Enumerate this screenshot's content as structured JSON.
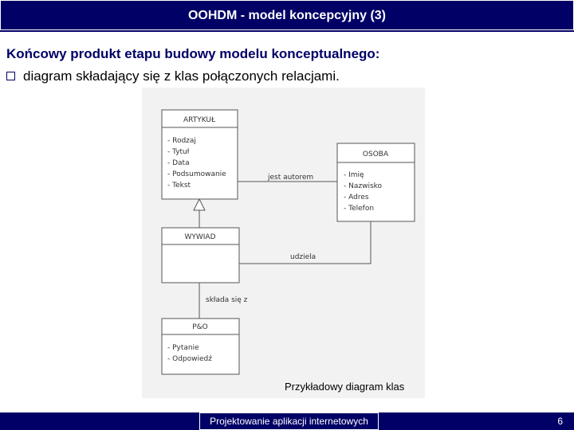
{
  "slide": {
    "title": "OOHDM  - model koncepcyjny (3)",
    "heading": "Końcowy produkt etapu budowy modelu konceptualnego:",
    "bullet": "diagram składający się z klas połączonych relacjami.",
    "caption": "Przykładowy diagram klas",
    "footer": "Projektowanie aplikacji internetowych",
    "page": "6"
  },
  "diagram": {
    "classes": {
      "artykul": {
        "name": "ARTYKUŁ",
        "attrs": [
          "- Rodzaj",
          "- Tytuł",
          "- Data",
          "- Podsumowanie",
          "- Tekst"
        ]
      },
      "osoba": {
        "name": "OSOBA",
        "attrs": [
          "- Imię",
          "- Nazwisko",
          "- Adres",
          "- Telefon"
        ]
      },
      "wywiad": {
        "name": "WYWIAD",
        "attrs": []
      },
      "pio": {
        "name": "P&O",
        "attrs": [
          "- Pytanie",
          "- Odpowiedź"
        ]
      }
    },
    "relations": {
      "jest_autorem": "jest autorem",
      "udziela": "udziela",
      "sklada_sie_z": "składa się z"
    }
  }
}
